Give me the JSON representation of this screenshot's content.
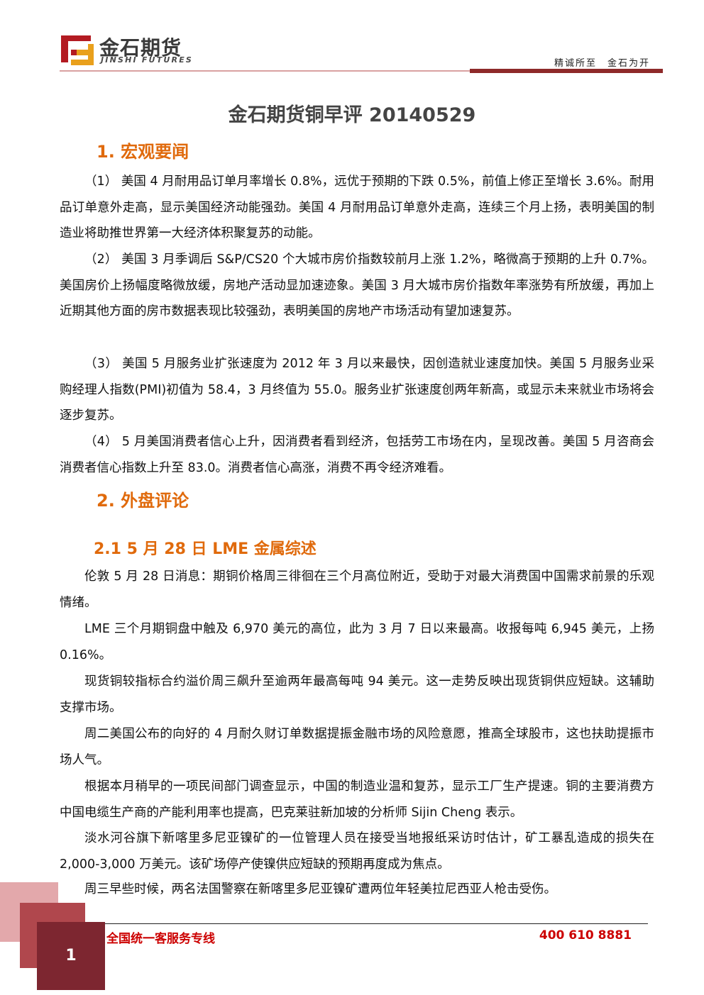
{
  "header": {
    "logo_text_cn": "金石期货",
    "logo_text_en": "JINSHI FUTURES",
    "slogan": "精诚所至　金石为开"
  },
  "title": "金石期货铜早评 20140529",
  "section1": {
    "heading": "1.  宏观要闻",
    "paragraphs": [
      "（1） 美国 4 月耐用品订单月率增长 0.8%，远优于预期的下跌 0.5%，前值上修正至增长 3.6%。耐用品订单意外走高，显示美国经济动能强劲。美国 4 月耐用品订单意外走高，连续三个月上扬，表明美国的制造业将助推世界第一大经济体积聚复苏的动能。",
      "（2） 美国 3 月季调后 S&P/CS20 个大城市房价指数较前月上涨 1.2%，略微高于预期的上升 0.7%。美国房价上扬幅度略微放缓，房地产活动显加速迹象。美国 3 月大城市房价指数年率涨势有所放缓，再加上近期其他方面的房市数据表现比较强劲，表明美国的房地产市场活动有望加速复苏。",
      "（3） 美国 5 月服务业扩张速度为 2012 年 3 月以来最快，因创造就业速度加快。美国 5 月服务业采购经理人指数(PMI)初值为 58.4，3 月终值为 55.0。服务业扩张速度创两年新高，或显示未来就业市场将会逐步复苏。",
      "（4） 5 月美国消费者信心上升，因消费者看到经济，包括劳工市场在内，呈现改善。美国 5 月咨商会消费者信心指数上升至 83.0。消费者信心高涨，消费不再令经济难看。"
    ]
  },
  "section2": {
    "heading": "2.  外盘评论",
    "subheading": "2.1  5 月 28 日 LME 金属综述",
    "paragraphs": [
      "伦敦 5 月 28 日消息：期铜价格周三徘徊在三个月高位附近，受助于对最大消费国中国需求前景的乐观情绪。",
      "LME 三个月期铜盘中触及 6,970 美元的高位，此为 3 月 7 日以来最高。收报每吨 6,945 美元，上扬 0.16%。",
      "现货铜较指标合约溢价周三飙升至逾两年最高每吨 94 美元。这一走势反映出现货铜供应短缺。这辅助支撑市场。",
      "周二美国公布的向好的 4 月耐久财订单数据提振金融市场的风险意愿，推高全球股市，这也扶助提振市场人气。",
      "根据本月稍早的一项民间部门调查显示，中国的制造业温和复苏，显示工厂生产提速。铜的主要消费方中国电缆生产商的产能利用率也提高，巴克莱驻新加坡的分析师 Sijin Cheng 表示。",
      "淡水河谷旗下新喀里多尼亚镍矿的一位管理人员在接受当地报纸采访时估计，矿工暴乱造成的损失在 2,000-3,000 万美元。该矿场停产使镍供应短缺的预期再度成为焦点。",
      "周三早些时候，两名法国警察在新喀里多尼亚镍矿遭两位年轻美拉尼西亚人枪击受伤。"
    ]
  },
  "footer": {
    "page_number": "1",
    "hotline_label": "全国统一客服务专线",
    "hotline_number": "400 610 8881"
  }
}
